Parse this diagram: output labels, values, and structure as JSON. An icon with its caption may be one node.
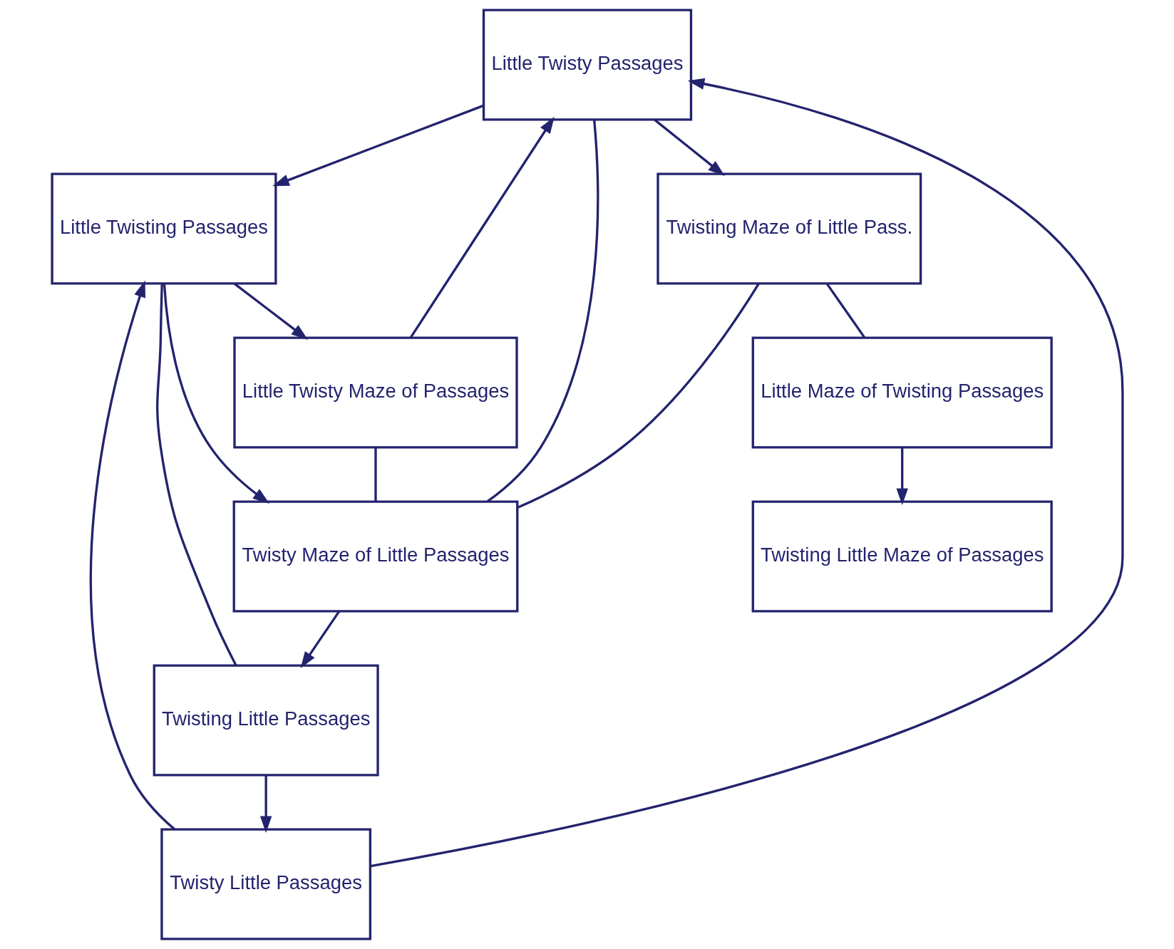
{
  "diagram": {
    "nodes": [
      {
        "text": [
          "Little Twisty Passages"
        ]
      },
      {
        "text": [
          "Little Twisting Passages"
        ]
      },
      {
        "text": [
          "Twisty Little Passages"
        ]
      },
      {
        "text": [
          "Twisting Little Passages"
        ]
      },
      {
        "text": [
          "Twisting Maze of Little Pass."
        ]
      },
      {
        "text": [
          "Twisty Maze of Little Passages"
        ]
      },
      {
        "text": [
          "Little Twisty Maze of Passages"
        ]
      },
      {
        "text": [
          "Little Maze of Twisting Passages"
        ]
      },
      {
        "text": [
          "Twisting Little Maze of Passages"
        ]
      }
    ],
    "edges": [
      {
        "from": 0,
        "to": 4,
        "arrow": "to"
      },
      {
        "from": 2,
        "to": 0,
        "arrow": "to"
      },
      {
        "from": 0,
        "to": 1,
        "arrow": "to"
      },
      {
        "from": 6,
        "to": 0,
        "arrow": "to"
      },
      {
        "from": 0,
        "to": 5,
        "arrow": "none"
      },
      {
        "from": 1,
        "to": 3,
        "arrow": "none"
      },
      {
        "from": 1,
        "to": 5,
        "arrow": "to"
      },
      {
        "from": 2,
        "to": 1,
        "arrow": "to"
      },
      {
        "from": 1,
        "to": 6,
        "arrow": "to"
      },
      {
        "from": 3,
        "to": 2,
        "arrow": "to"
      },
      {
        "from": 5,
        "to": 3,
        "arrow": "to"
      },
      {
        "from": 6,
        "to": 5,
        "arrow": "none"
      },
      {
        "from": 4,
        "to": 5,
        "arrow": "none"
      },
      {
        "from": 4,
        "to": 7,
        "arrow": "none"
      },
      {
        "from": 7,
        "to": 8,
        "arrow": "to"
      }
    ]
  }
}
